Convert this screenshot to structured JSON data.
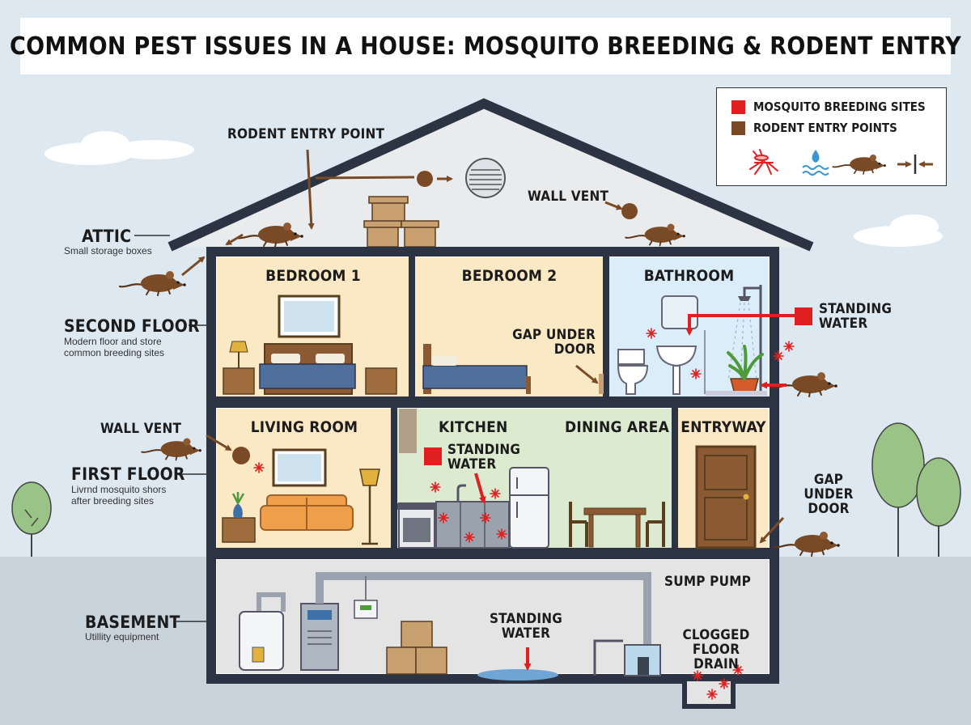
{
  "title": "COMMON PEST ISSUES IN A HOUSE: MOSQUITO BREEDING & RODENT ENTRY",
  "legend": {
    "items": [
      {
        "label": "MOSQUITO BREEDING SITES",
        "color": "#e02020"
      },
      {
        "label": "RODENT ENTRY POINTS",
        "color": "#7a4a26"
      }
    ],
    "icons": [
      "mosquito-icon",
      "water-drop-icon",
      "rat-icon",
      "entry-arrows-icon"
    ]
  },
  "floors": {
    "attic": {
      "label": "ATTIC",
      "desc": "Small storage boxes"
    },
    "second": {
      "label": "SECOND FLOOR",
      "desc_lines": [
        "Modern floor and store",
        "common breeding sites"
      ]
    },
    "first": {
      "label": "FIRST FLOOR",
      "desc_lines": [
        "Livrnd mosquito shors",
        "after breeding sites"
      ]
    },
    "basement": {
      "label": "BASEMENT",
      "desc": "Utillity equipment"
    }
  },
  "rooms": {
    "bedroom1": "BEDROOM 1",
    "bedroom2": "BEDROOM 2",
    "bathroom": "BATHROOM",
    "living": "LIVING ROOM",
    "kitchen": "KITCHEN",
    "dining": "DINING AREA",
    "entryway": "ENTRYWAY"
  },
  "annotations": {
    "rodent_entry_point": "RODENT ENTRY POINT",
    "wall_vent_attic": "WALL VENT",
    "wall_vent_living": "WALL VENT",
    "gap_under_door_bedroom": [
      "GAP UNDER",
      "DOOR"
    ],
    "standing_water_bath": [
      "STANDING",
      "WATER"
    ],
    "standing_water_kitchen": [
      "STANDING",
      "WATER"
    ],
    "gap_under_door_entry": [
      "GAP",
      "UNDER",
      "DOOR"
    ],
    "sump_pump": "SUMP PUMP",
    "standing_water_basement": [
      "STANDING",
      "WATER"
    ],
    "clogged_floor_drain": [
      "CLOGGED",
      "FLOOR DRAIN"
    ]
  },
  "colors": {
    "sky": "#dde8f1",
    "ground": "#c9d3dc",
    "house_outline": "#2c3443",
    "bedroom": "#fbe8c4",
    "bathroom": "#dbedf8",
    "kitchen": "#dcebcf",
    "basement": "#e4e4e4",
    "attic": "#e9ebed",
    "mosquito": "#e02020",
    "rodent": "#7a4a26"
  }
}
